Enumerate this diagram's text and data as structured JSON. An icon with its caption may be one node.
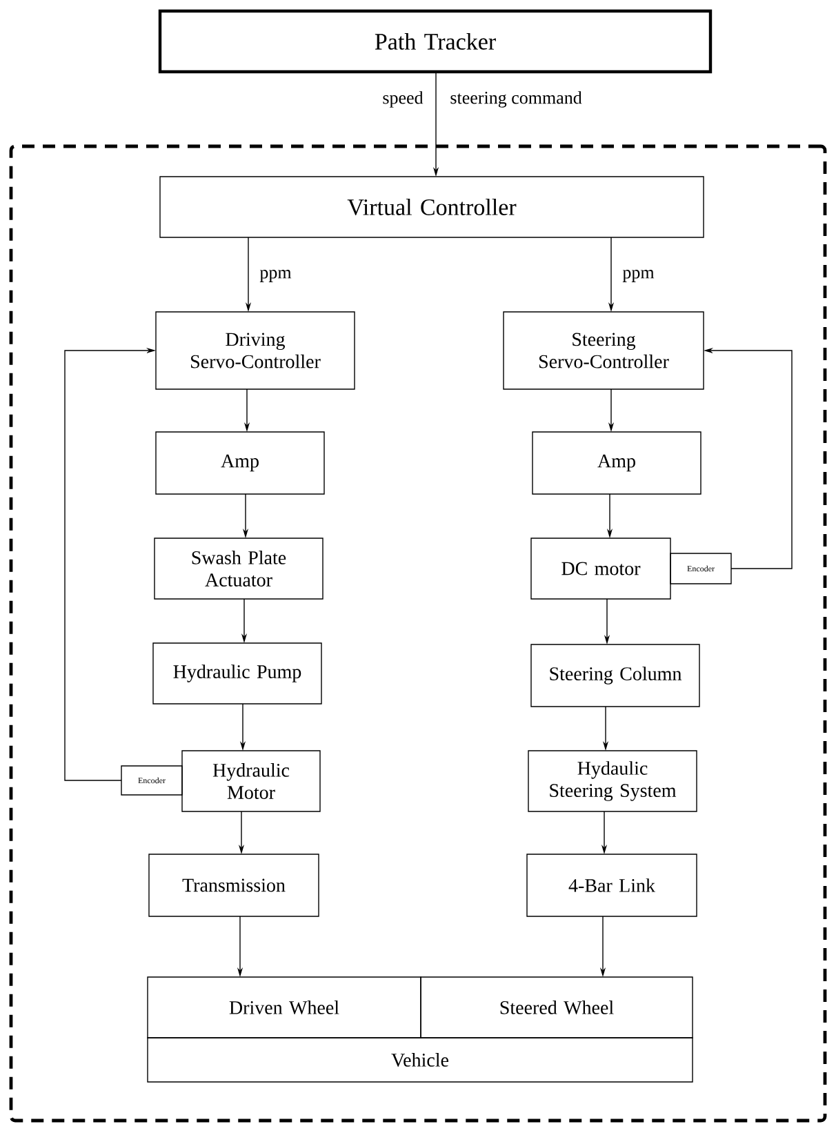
{
  "diagram": {
    "nodes": [
      {
        "text": [
          "Path Tracker"
        ]
      },
      {
        "text": [],
        "shape": "box"
      },
      {
        "text": [
          "Virtual Controller"
        ],
        "in": 1
      },
      {
        "text": [
          "Driving Servo-Controller"
        ],
        "in": 1
      },
      {
        "text": [
          "Steering Servo-Controller"
        ],
        "in": 1
      },
      {
        "text": [
          "Amp"
        ],
        "in": 1
      },
      {
        "text": [
          "Amp"
        ],
        "in": 1
      },
      {
        "text": [
          "Swash Plate Actuator"
        ],
        "in": 1
      },
      {
        "text": [
          "DC motor"
        ],
        "in": 1
      },
      {
        "text": [
          "Encoder"
        ],
        "in": 1
      },
      {
        "text": [
          "Hydraulic Pump"
        ],
        "in": 1
      },
      {
        "text": [
          "Steering Column"
        ],
        "in": 1
      },
      {
        "text": [
          "Hydraulic Motor"
        ],
        "in": 1
      },
      {
        "text": [
          "Encoder"
        ],
        "in": 1
      },
      {
        "text": [
          "Hydaulic Steering System"
        ],
        "in": 1
      },
      {
        "text": [
          "Transmission"
        ],
        "in": 1
      },
      {
        "text": [
          "4-Bar Link"
        ],
        "in": 1
      },
      {
        "text": [
          "Driven Wheel"
        ],
        "in": 1
      },
      {
        "text": [
          "Steered Wheel"
        ],
        "in": 1
      },
      {
        "text": [
          "Vehicle"
        ],
        "in": 1
      }
    ],
    "edges": [
      {
        "from": 0,
        "to": 2,
        "arrow": "to",
        "label": "speed"
      },
      {
        "from": 2,
        "to": 3,
        "arrow": "to",
        "label": "ppm"
      },
      {
        "from": 2,
        "to": 4,
        "arrow": "to",
        "label": "ppm"
      },
      {
        "from": 3,
        "to": 5,
        "arrow": "to"
      },
      {
        "from": 4,
        "to": 6,
        "arrow": "to"
      },
      {
        "from": 5,
        "to": 7,
        "arrow": "to"
      },
      {
        "from": 6,
        "to": 8,
        "arrow": "to"
      },
      {
        "from": 9,
        "to": 4,
        "arrow": "to"
      },
      {
        "from": 7,
        "to": 10,
        "arrow": "to"
      },
      {
        "from": 8,
        "to": 11,
        "arrow": "to"
      },
      {
        "from": 10,
        "to": 12,
        "arrow": "to"
      },
      {
        "from": 13,
        "to": 3,
        "arrow": "to"
      },
      {
        "from": 11,
        "to": 14,
        "arrow": "to"
      },
      {
        "from": 12,
        "to": 15,
        "arrow": "to"
      },
      {
        "from": 14,
        "to": 16,
        "arrow": "to"
      },
      {
        "from": 15,
        "to": 17,
        "arrow": "to"
      },
      {
        "from": 16,
        "to": 18,
        "arrow": "to"
      }
    ],
    "labels": [
      "steering command"
    ]
  }
}
